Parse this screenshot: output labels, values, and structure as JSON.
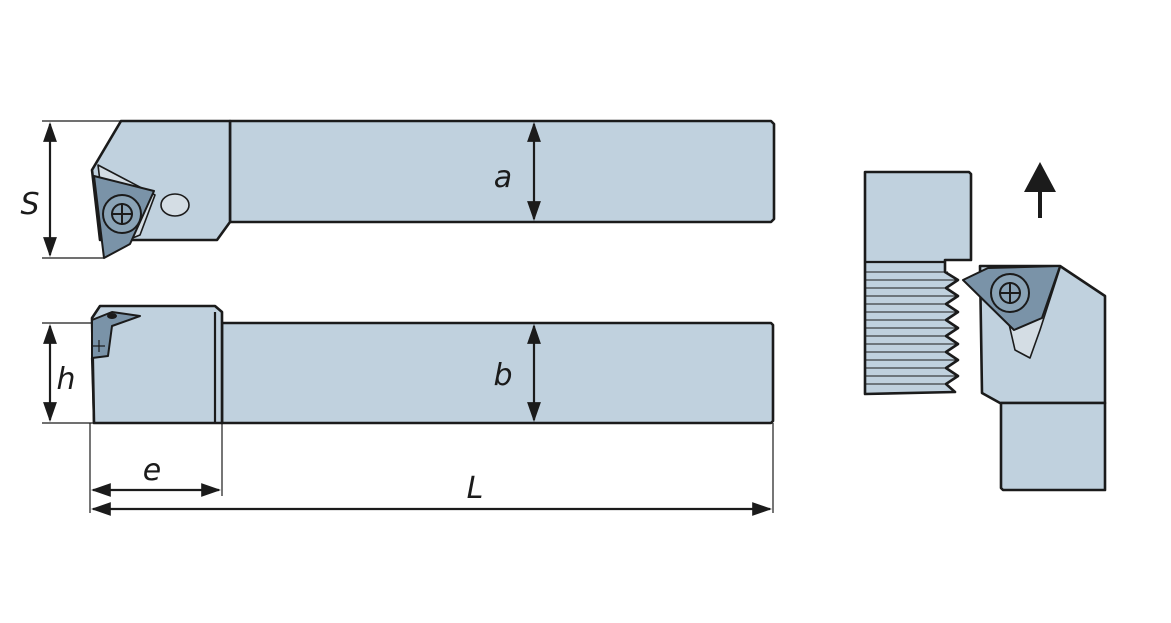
{
  "dimensions": {
    "S": "S",
    "a": "a",
    "h": "h",
    "b": "b",
    "e": "e",
    "L": "L"
  },
  "colors": {
    "body": "#c0d1de",
    "insert": "#7a93a8",
    "outline": "#1b1b1b"
  },
  "icons": {
    "feed_direction": "up-arrow-icon"
  }
}
